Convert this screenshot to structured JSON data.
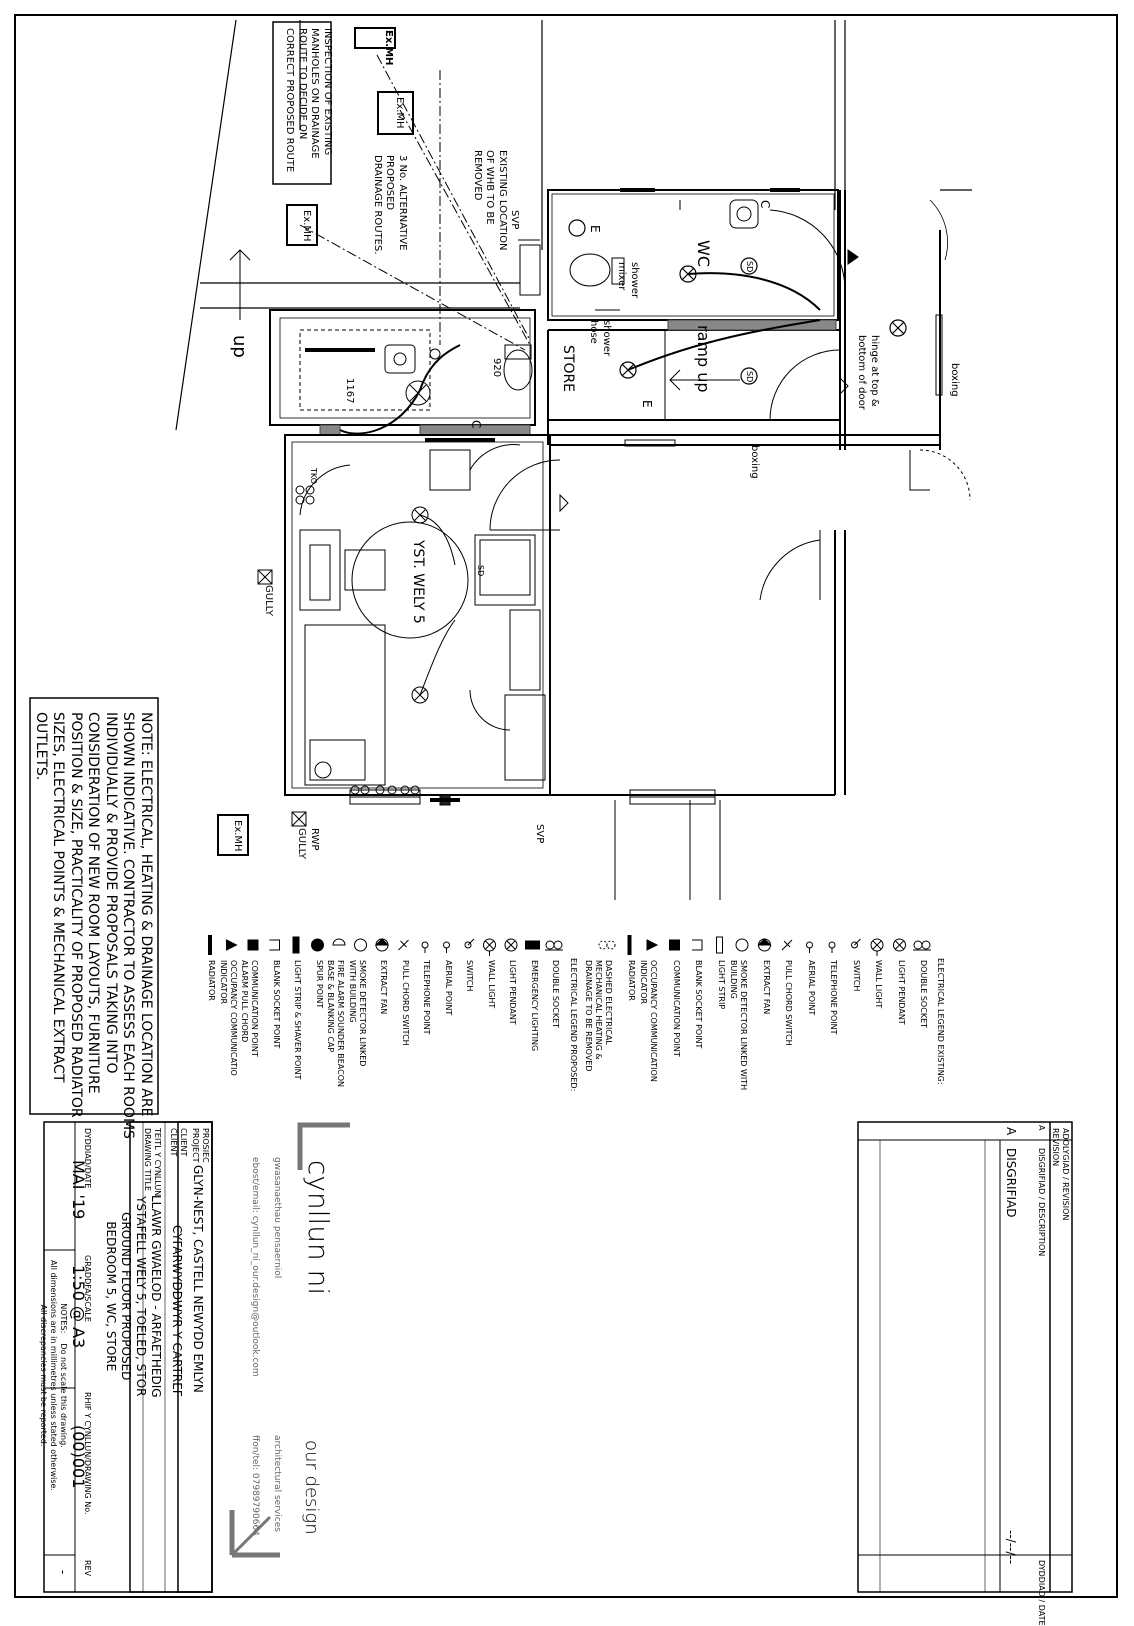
{
  "plan": {
    "rooms": {
      "wc": "WC",
      "store": "STORE",
      "bedroom": "YST. WELY 5",
      "ramp": "ramp up",
      "up": "up"
    },
    "labels": {
      "ex_mh_1": "Ex.MH",
      "ex_mh_2": "Ex.MH",
      "ex_mh_3": "Ex.MH",
      "ex_mh_4": "Ex.MH",
      "svp_top": "SVP",
      "svp_bottom": "SVP",
      "gully": "GULLY",
      "rwp_gully": "RWP\nGULLY",
      "boxing_1": "boxing",
      "boxing_2": "boxing",
      "hinge": "hinge at top &\nbottom of door",
      "shower_mixer": "shower\nmixer",
      "shower_hose": "shower\nhose",
      "dim_920": "920",
      "dim_1167": "1167",
      "sd_1": "SD",
      "sd_2": "SD",
      "sd_3": "SD",
      "c_1": "C",
      "c_2": "C",
      "e_1": "E",
      "e_2": "E",
      "tko": "TKO",
      "inspection_note": "INSPECTION OF EXISTING\nMANHOLES ON DRAINAGE\nROUTE TO DECIDE ON\nCORRECT PROPOSED ROUTE",
      "alt_routes_note": "3 No. ALTERNATIVE\nPROPOSED\nDRAINAGE ROUTES.",
      "whb_note": "EXISTING LOCATION\nOF WHB TO BE\nREMOVED"
    }
  },
  "legend": {
    "existing_title": "ELECTRICAL LEGEND EXISTING:",
    "existing_items": [
      {
        "icon": "double-socket-icon",
        "label": "DOUBLE SOCKET"
      },
      {
        "icon": "light-pendant-icon",
        "label": "LIGHT PENDANT"
      },
      {
        "icon": "wall-light-icon",
        "label": "WALL LIGHT"
      },
      {
        "icon": "switch-icon",
        "label": "SWITCH"
      },
      {
        "icon": "telephone-point-icon",
        "label": "TELEPHONE POINT"
      },
      {
        "icon": "aerial-point-icon",
        "label": "AERIAL POINT"
      },
      {
        "icon": "pull-chord-switch-icon",
        "label": "PULL CHORD SWITCH"
      },
      {
        "icon": "extract-fan-icon",
        "label": "EXTRACT FAN"
      },
      {
        "icon": "smoke-detector-icon",
        "label": "SMOKE DETECTOR LINKED WITH\nBUILDING"
      },
      {
        "icon": "light-strip-icon",
        "label": "LIGHT STRIP"
      },
      {
        "icon": "blank-socket-point-icon",
        "label": "BLANK SOCKET POINT"
      },
      {
        "icon": "communication-point-icon",
        "label": "COMMUNICATION POINT"
      },
      {
        "icon": "occupancy-indicator-icon",
        "label": "OCCUPANCY COMMUNICATION\nINDICATOR"
      },
      {
        "icon": "radiator-icon",
        "label": "RADIATOR"
      },
      {
        "icon": "dashed-removed-icon",
        "label": "DASHED ELECTRICAL\nMECHANICAL HEATING &\nDRAINAGE TO BE REMOVED"
      }
    ],
    "proposed_title": "ELECTRICAL LEGEND PROPOSED:",
    "proposed_items": [
      {
        "icon": "double-socket-icon",
        "label": "DOUBLE SOCKET"
      },
      {
        "icon": "emergency-lighting-icon",
        "label": "EMERGENCY LIGHTING"
      },
      {
        "icon": "light-pendant-icon",
        "label": "LIGHT PENDANT"
      },
      {
        "icon": "wall-light-icon",
        "label": "WALL LIGHT"
      },
      {
        "icon": "switch-icon",
        "label": "SWITCH"
      },
      {
        "icon": "aerial-point-icon",
        "label": "AERIAL POINT"
      },
      {
        "icon": "telephone-point-icon",
        "label": "TELEPHONE POINT"
      },
      {
        "icon": "pull-chord-switch-icon",
        "label": "PULL CHORD SWITCH"
      },
      {
        "icon": "extract-fan-icon",
        "label": "EXTRACT FAN"
      },
      {
        "icon": "smoke-detector-icon",
        "label": "SMOKE DETECTOR LINKED\nWITH BUILDING"
      },
      {
        "icon": "fire-alarm-sounder-icon",
        "label": "FIRE ALARM SOUNDER BEACON\nBASE & BLANKING CAP"
      },
      {
        "icon": "spur-point-icon",
        "label": "SPUR POINT"
      },
      {
        "icon": "light-strip-shaver-icon",
        "label": "LIGHT STRIP & SHAVER POINT"
      },
      {
        "icon": "blank-socket-point-icon",
        "label": "BLANK SOCKET POINT"
      },
      {
        "icon": "communication-point-icon",
        "label": "COMMUNICATION POINT\nALARM PULL CHORD"
      },
      {
        "icon": "occupancy-indicator-icon",
        "label": "OCCUPANCY COMMUNICATIO\nINDICATOR"
      },
      {
        "icon": "radiator-icon",
        "label": "RADIATOR"
      }
    ]
  },
  "note": "NOTE: ELECTRICAL, HEATING & DRAINAGE LOCATION ARE\nSHOWN INDICATIVE. CONTRACTOR TO ASSESS EACH ROOMS\nINDIVIDUALLY & PROVIDE PROPOSALS TAKING INTO\nCONSIDERATION OF NEW ROOM LAYOUTS, FURNITURE\nPOSITION & SIZE, PRACTICALITY OF PROPOSED RADIATOR\nSIZES, ELECTRICAL POINTS & MECHANICAL EXTRACT\nOUTLETS.",
  "revision": {
    "header_label": "ADOLYGIAD / REVISION\nREVISION",
    "col_rev": "A",
    "col_description_label": "DISGRIFIAD / DESCRIPTION",
    "col_date_label": "DYDDIAD / DATE",
    "row_rev": "A",
    "row_description": "DISGRIFIAD",
    "row_date": "--/--/--"
  },
  "company": {
    "name_part1": "cynllun ni",
    "name_part2": "our design",
    "tagline_welsh": "gwasanaethau pensaerniol",
    "tagline_english": "architectural services",
    "email": "ebost/email: cynllun_ni_our.design@outlook.com",
    "phone": "ffon/tel: 07989790664"
  },
  "title_block": {
    "project_label": "PROSIEC\nPROJECT",
    "project": "GLYN-NEST, CASTELL NEWYDD EMLYN",
    "client_label": "CLIENT\nCLIENT",
    "client": "CYFARWYDDWYR Y CARTREF",
    "drawing_title_label": "TEITL Y CYNLLUN\nDRAWING TITLE",
    "drawing_title": "LLAWR GWAELOD - ARFAETHEDIG\nYSTAFELL WELY 5, TOELED, STOR\nGROUND FLOOR PROPOSED\nBEDROOM 5, WC, STORE",
    "date_label": "DYDDIAD/DATE",
    "date": "MAI '19",
    "scale_label": "GRADDFA/SCALE",
    "scale": "1:50 @ A3",
    "drawing_no_label": "RHIF Y CYNLLUN/DRAWING No.",
    "drawing_no": "(00)001",
    "rev_label": "REV",
    "rev": "-",
    "notes": "NOTES:    Do not scale this drawing.\nAll dimensions are in millimetres unless stated otherwise.\nAll discrepancies must be reported."
  }
}
